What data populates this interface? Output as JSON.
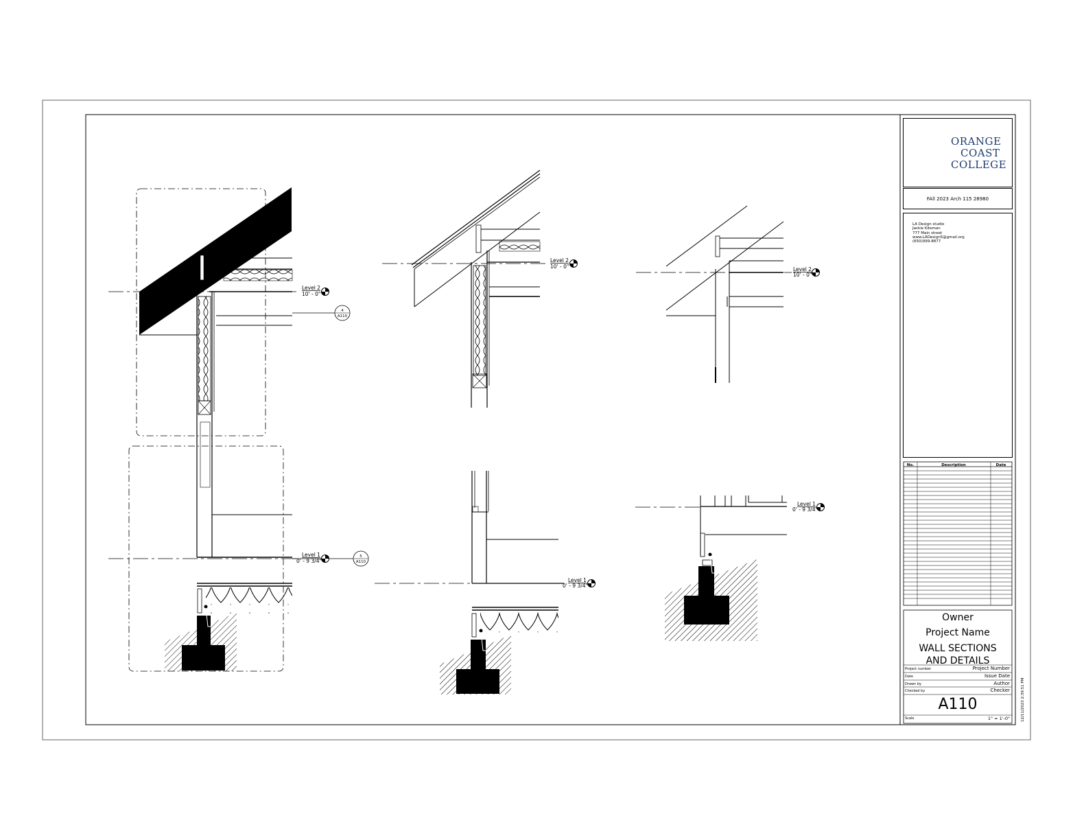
{
  "college": {
    "line1": "ORANGE",
    "line2": "COAST",
    "line3": "COLLEGE"
  },
  "course": "FAll 2023 Arch 115 28980",
  "studio": {
    "name": "LA Design studio",
    "person": "Jackie Kiteman",
    "address": "777 Main street",
    "web": "www.LADesign5@gmail.org",
    "phone": "(650)999-8877"
  },
  "revisions": {
    "col_no": "No.",
    "col_desc": "Description",
    "col_date": "Date"
  },
  "title_block": {
    "owner": "Owner",
    "project_name": "Project Name",
    "sheet_title": "WALL SECTIONS AND DETAILS",
    "project_number_label": "Project number",
    "project_number": "Project Number",
    "date_label": "Date",
    "date": "Issue Date",
    "drawn_by_label": "Drawn by",
    "drawn_by": "Author",
    "checked_by_label": "Checked by",
    "checked_by": "Checker",
    "sheet_number": "A110",
    "scale_label": "Scale",
    "scale": "1\" = 1'-0\""
  },
  "timestamp": "12/11/2023 2:39:51 PM",
  "levels": {
    "level2_name": "Level 2",
    "level2_elev": "10' - 0\"",
    "level1_name": "Level 1",
    "level1_elev": "0' - 9 3/4\""
  },
  "callouts": {
    "c1_num": "4",
    "c1_sheet": "A110",
    "c2_num": "5",
    "c2_sheet": "A110"
  },
  "colors": {
    "line": "#000000",
    "logo_orange": "#e8762b",
    "logo_navy": "#1d3b6e"
  }
}
